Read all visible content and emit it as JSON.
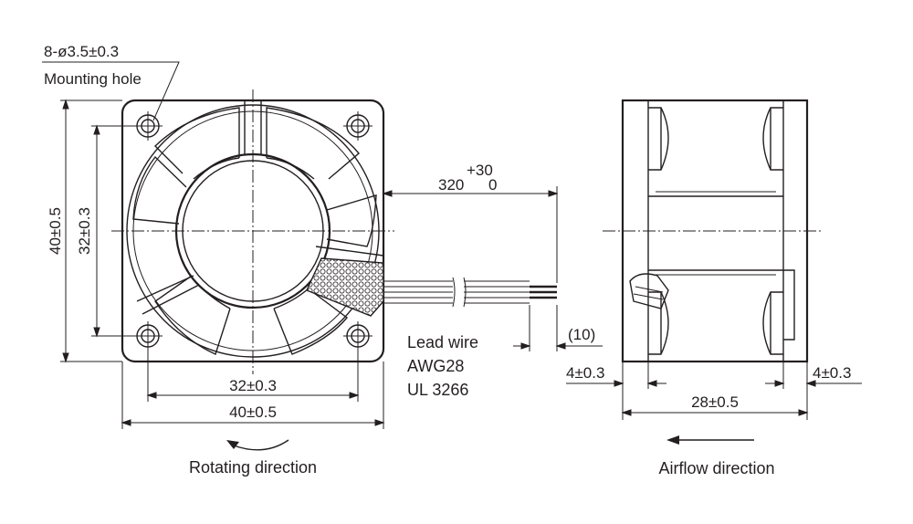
{
  "front_view": {
    "mounting_hole_dim": "8-ø3.5±0.3",
    "mounting_hole_label": "Mounting hole",
    "height_outer": "40±0.5",
    "height_hole_pitch": "32±0.3",
    "width_hole_pitch": "32±0.3",
    "width_outer": "40±0.5",
    "rotating_direction": "Rotating direction"
  },
  "lead": {
    "length_nominal": "320",
    "tol_upper": "+30",
    "tol_lower": "0",
    "strip_length": "(10)",
    "wire_line1": "Lead wire",
    "wire_line2": "AWG28",
    "wire_line3": "UL 3266"
  },
  "side_view": {
    "flange_left": "4±0.3",
    "flange_right": "4±0.3",
    "depth": "28±0.5",
    "airflow_direction": "Airflow direction"
  }
}
